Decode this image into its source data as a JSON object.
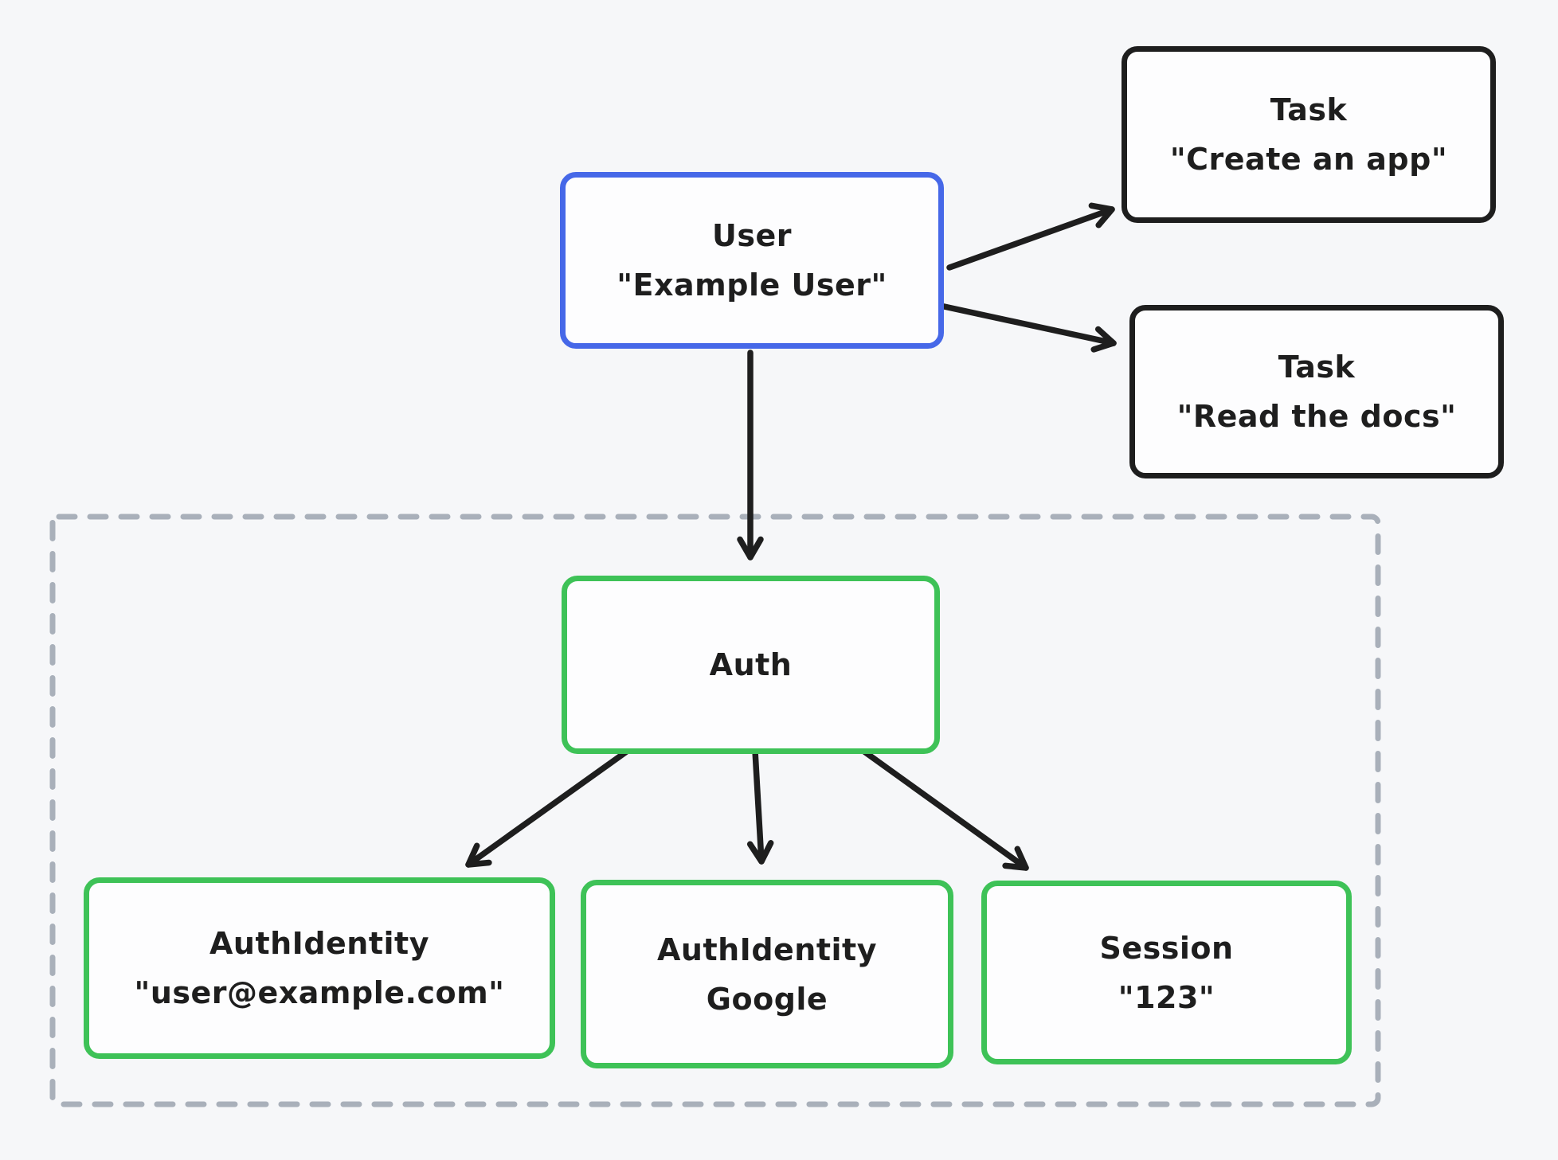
{
  "diagram": {
    "background": "#f6f7f9",
    "colors": {
      "user_node_border": "#4668e8",
      "task_node_border": "#1e1e1e",
      "auth_node_border": "#3ec257",
      "group_dash_border": "#a9b0ba",
      "arrow": "#1e1e1e",
      "text": "#1e1e1e",
      "node_fill": "#fdfdfe"
    },
    "nodes": {
      "user": {
        "line1": "User",
        "line2": "\"Example User\""
      },
      "task_create": {
        "line1": "Task",
        "line2": "\"Create an app\""
      },
      "task_read": {
        "line1": "Task",
        "line2": "\"Read the docs\""
      },
      "auth": {
        "line1": "Auth"
      },
      "id_email": {
        "line1": "AuthIdentity",
        "line2": "\"user@example.com\""
      },
      "id_google": {
        "line1": "AuthIdentity",
        "line2": "Google"
      },
      "session": {
        "line1": "Session",
        "line2": "\"123\""
      }
    },
    "edges": [
      {
        "from": "User",
        "to": "Task \"Create an app\""
      },
      {
        "from": "User",
        "to": "Task \"Read the docs\""
      },
      {
        "from": "User",
        "to": "Auth"
      },
      {
        "from": "Auth",
        "to": "AuthIdentity \"user@example.com\""
      },
      {
        "from": "Auth",
        "to": "AuthIdentity Google"
      },
      {
        "from": "Auth",
        "to": "Session \"123\""
      }
    ]
  }
}
